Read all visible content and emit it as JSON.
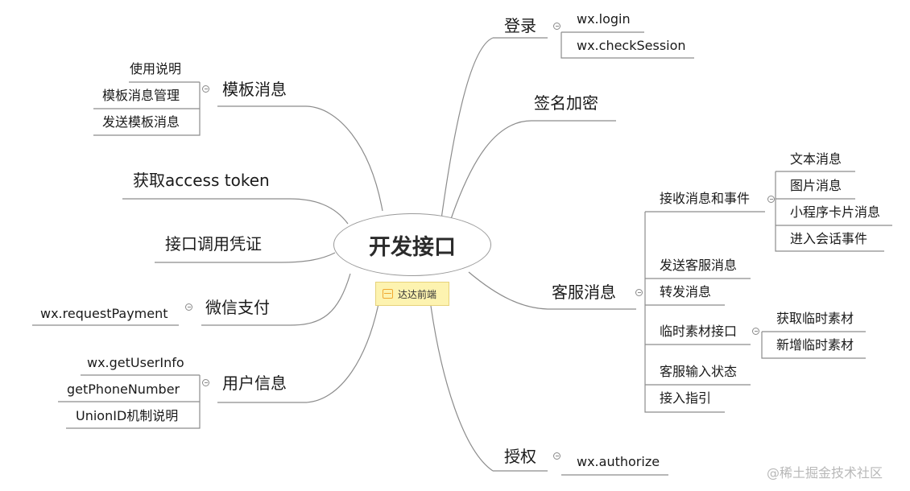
{
  "central": "开发接口",
  "tag": "达达前端",
  "watermark": "@稀土掘金技术社区",
  "left": {
    "template_message": {
      "label": "模板消息",
      "children": [
        "使用说明",
        "模板消息管理",
        "发送模板消息"
      ]
    },
    "access_token": {
      "label": "获取access token"
    },
    "credential": {
      "label": "接口调用凭证"
    },
    "wechat_pay": {
      "label": "微信支付",
      "children": [
        "wx.requestPayment"
      ]
    },
    "user_info": {
      "label": "用户信息",
      "children": [
        "wx.getUserInfo",
        "getPhoneNumber",
        "UnionID机制说明"
      ]
    }
  },
  "right": {
    "login": {
      "label": "登录",
      "children": [
        "wx.login",
        "wx.checkSession"
      ]
    },
    "signature": {
      "label": "签名加密"
    },
    "customer_service": {
      "label": "客服消息",
      "receive": {
        "label": "接收消息和事件",
        "children": [
          "文本消息",
          "图片消息",
          "小程序卡片消息",
          "进入会话事件"
        ]
      },
      "send": {
        "label": "发送客服消息"
      },
      "forward": {
        "label": "转发消息"
      },
      "temp_media": {
        "label": "临时素材接口",
        "children": [
          "获取临时素材",
          "新增临时素材"
        ]
      },
      "typing": {
        "label": "客服输入状态"
      },
      "guide": {
        "label": "接入指引"
      }
    },
    "authorize": {
      "label": "授权",
      "children": [
        "wx.authorize"
      ]
    }
  }
}
